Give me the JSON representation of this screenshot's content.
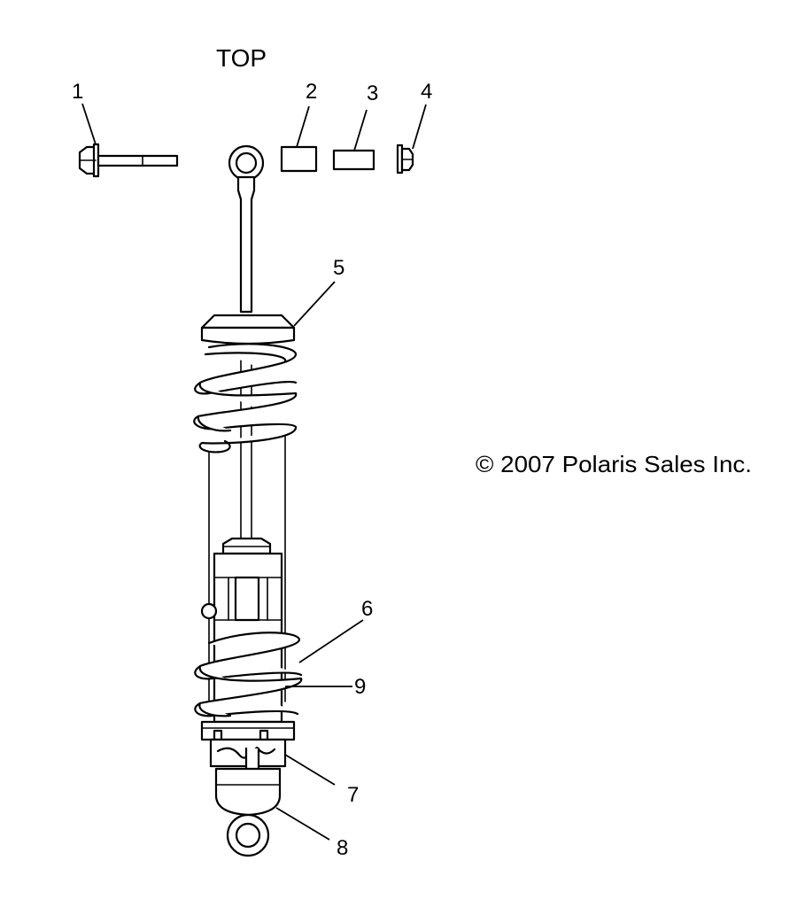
{
  "diagram": {
    "orientation_label": "TOP",
    "copyright": "© 2007 Polaris Sales Inc.",
    "callouts": [
      "1",
      "2",
      "3",
      "4",
      "5",
      "6",
      "7",
      "8",
      "9"
    ]
  }
}
